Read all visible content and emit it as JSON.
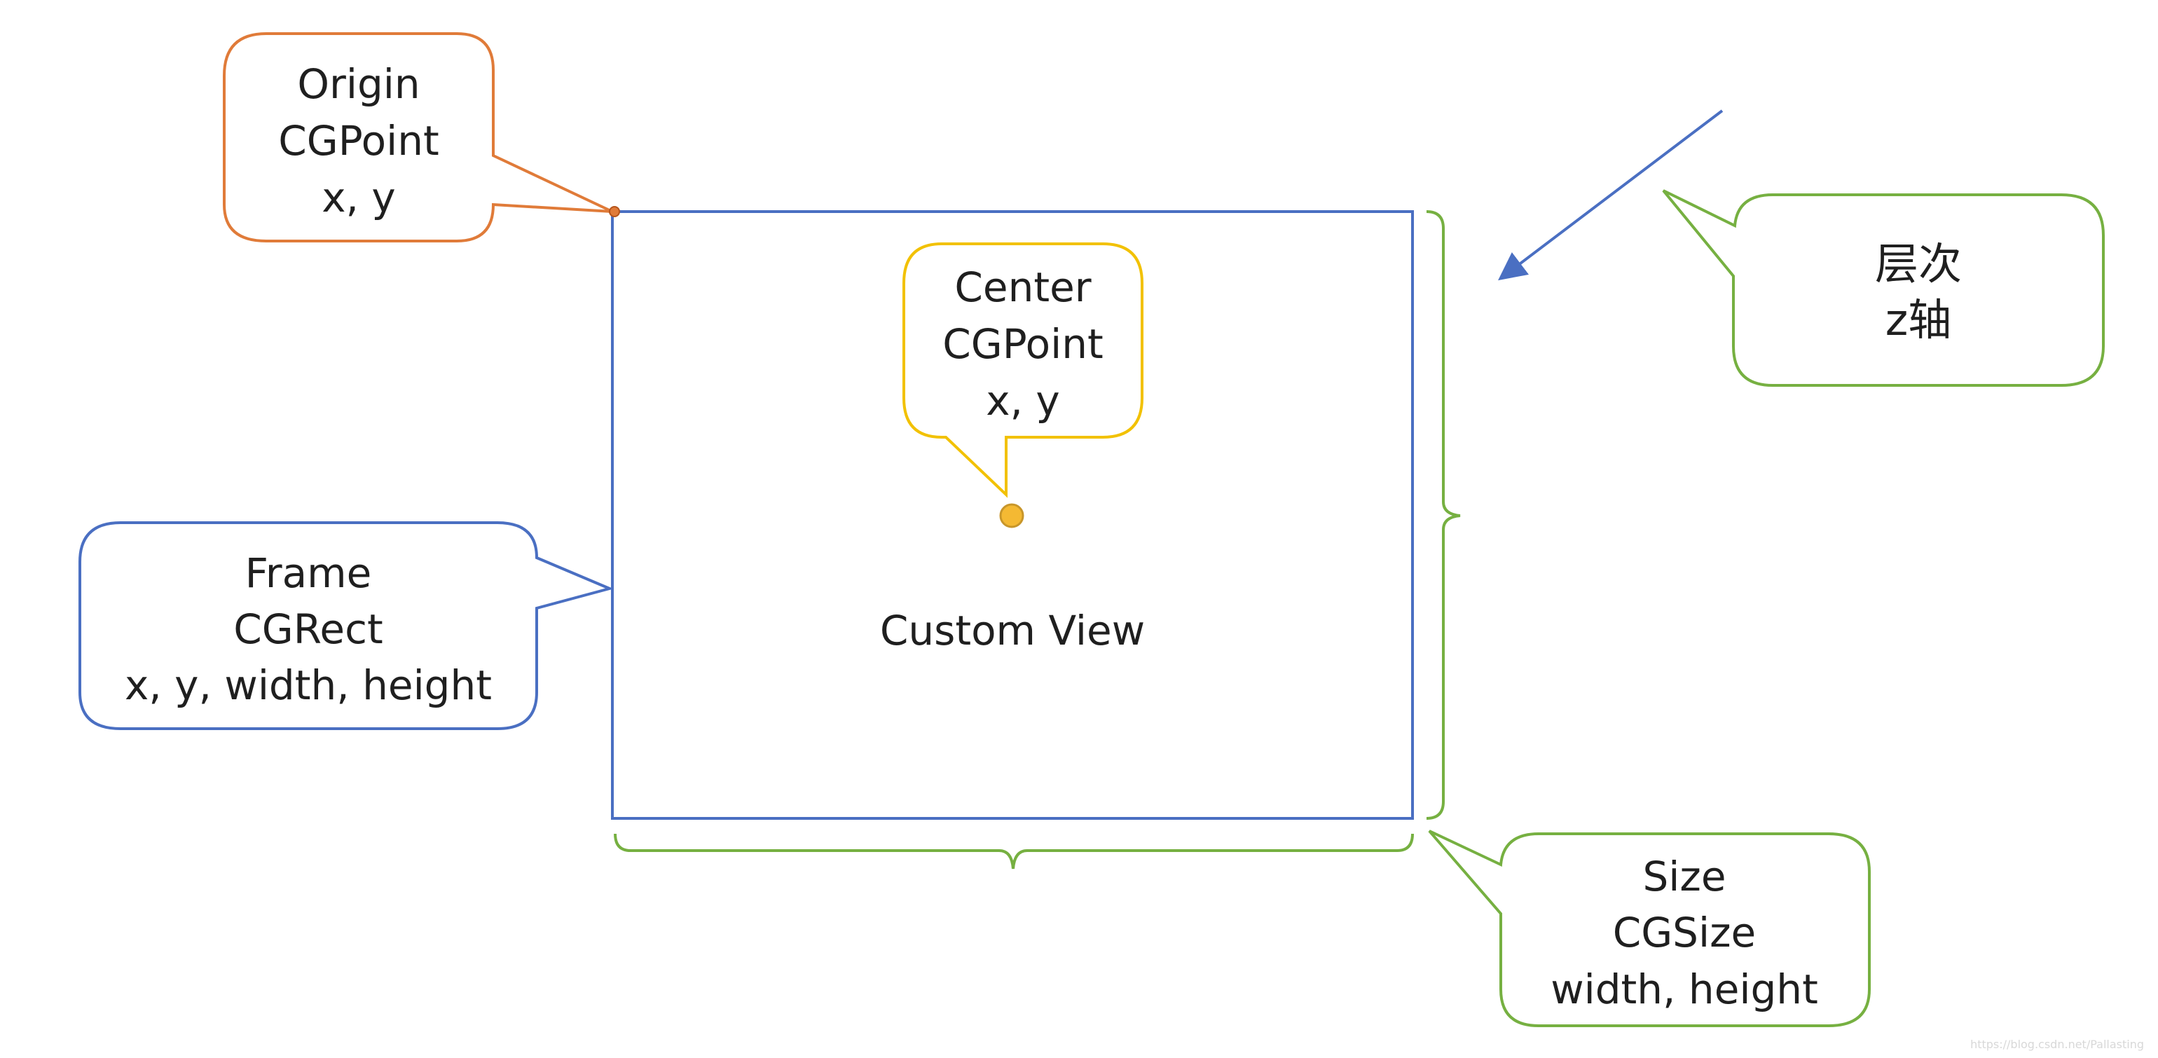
{
  "diagram": {
    "view_label": "Custom View",
    "origin_callout": {
      "lines": [
        "Origin",
        "CGPoint",
        "x, y"
      ]
    },
    "center_callout": {
      "lines": [
        "Center",
        "CGPoint",
        "x, y"
      ]
    },
    "frame_callout": {
      "lines": [
        "Frame",
        "CGRect",
        "x, y, width, height"
      ]
    },
    "size_callout": {
      "lines": [
        "Size",
        "CGSize",
        "width, height"
      ]
    },
    "layer_callout": {
      "lines": [
        "层次",
        "z轴"
      ]
    },
    "watermark": "https://blog.csdn.net/Pallasting"
  },
  "colors": {
    "origin": "#E07B39",
    "center": "#F2C100",
    "center_fill": "#F4B933",
    "center_dot_stroke": "#C8962A",
    "frame": "#4A6FC2",
    "size": "#76B041",
    "layer_arrow": "#4A6FC2"
  }
}
